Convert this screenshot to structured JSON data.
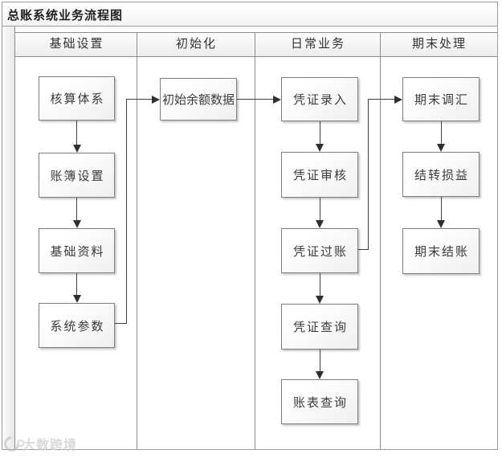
{
  "title": "总账系统业务流程图",
  "lanes": [
    {
      "label": "基础设置"
    },
    {
      "label": "初始化"
    },
    {
      "label": "日常业务"
    },
    {
      "label": "期末处理"
    }
  ],
  "nodes": [
    {
      "id": "accounting-system",
      "lane": "基础设置",
      "label": "核算体系"
    },
    {
      "id": "ledger-setup",
      "lane": "基础设置",
      "label": "账簿设置"
    },
    {
      "id": "base-data",
      "lane": "基础设置",
      "label": "基础资料"
    },
    {
      "id": "system-params",
      "lane": "基础设置",
      "label": "系统参数"
    },
    {
      "id": "opening-balance",
      "lane": "初始化",
      "label": "初始余额数据"
    },
    {
      "id": "voucher-entry",
      "lane": "日常业务",
      "label": "凭证录入"
    },
    {
      "id": "voucher-audit",
      "lane": "日常业务",
      "label": "凭证审核"
    },
    {
      "id": "voucher-posting",
      "lane": "日常业务",
      "label": "凭证过账"
    },
    {
      "id": "voucher-query",
      "lane": "日常业务",
      "label": "凭证查询"
    },
    {
      "id": "report-query",
      "lane": "日常业务",
      "label": "账表查询"
    },
    {
      "id": "period-end-fx",
      "lane": "期末处理",
      "label": "期末调汇"
    },
    {
      "id": "transfer-pnl",
      "lane": "期末处理",
      "label": "结转损益"
    },
    {
      "id": "period-end-closing",
      "lane": "期末处理",
      "label": "期末结账"
    }
  ],
  "edges": [
    {
      "from": "accounting-system",
      "to": "ledger-setup"
    },
    {
      "from": "ledger-setup",
      "to": "base-data"
    },
    {
      "from": "base-data",
      "to": "system-params"
    },
    {
      "from": "system-params",
      "to": "opening-balance"
    },
    {
      "from": "opening-balance",
      "to": "voucher-entry"
    },
    {
      "from": "voucher-entry",
      "to": "voucher-audit"
    },
    {
      "from": "voucher-audit",
      "to": "voucher-posting"
    },
    {
      "from": "voucher-posting",
      "to": "voucher-query"
    },
    {
      "from": "voucher-query",
      "to": "report-query"
    },
    {
      "from": "voucher-posting",
      "to": "period-end-fx"
    },
    {
      "from": "period-end-fx",
      "to": "transfer-pnl"
    },
    {
      "from": "transfer-pnl",
      "to": "period-end-closing"
    }
  ],
  "watermark": {
    "text": "大数跨境"
  },
  "colors": {
    "frame_border": "#9b9b9b",
    "lane_border": "#8c8c8c",
    "node_border": "#7f7f7f",
    "connector": "#3f3f3f",
    "node_fill": "#f4f4f4",
    "text": "#3a3a3a"
  }
}
